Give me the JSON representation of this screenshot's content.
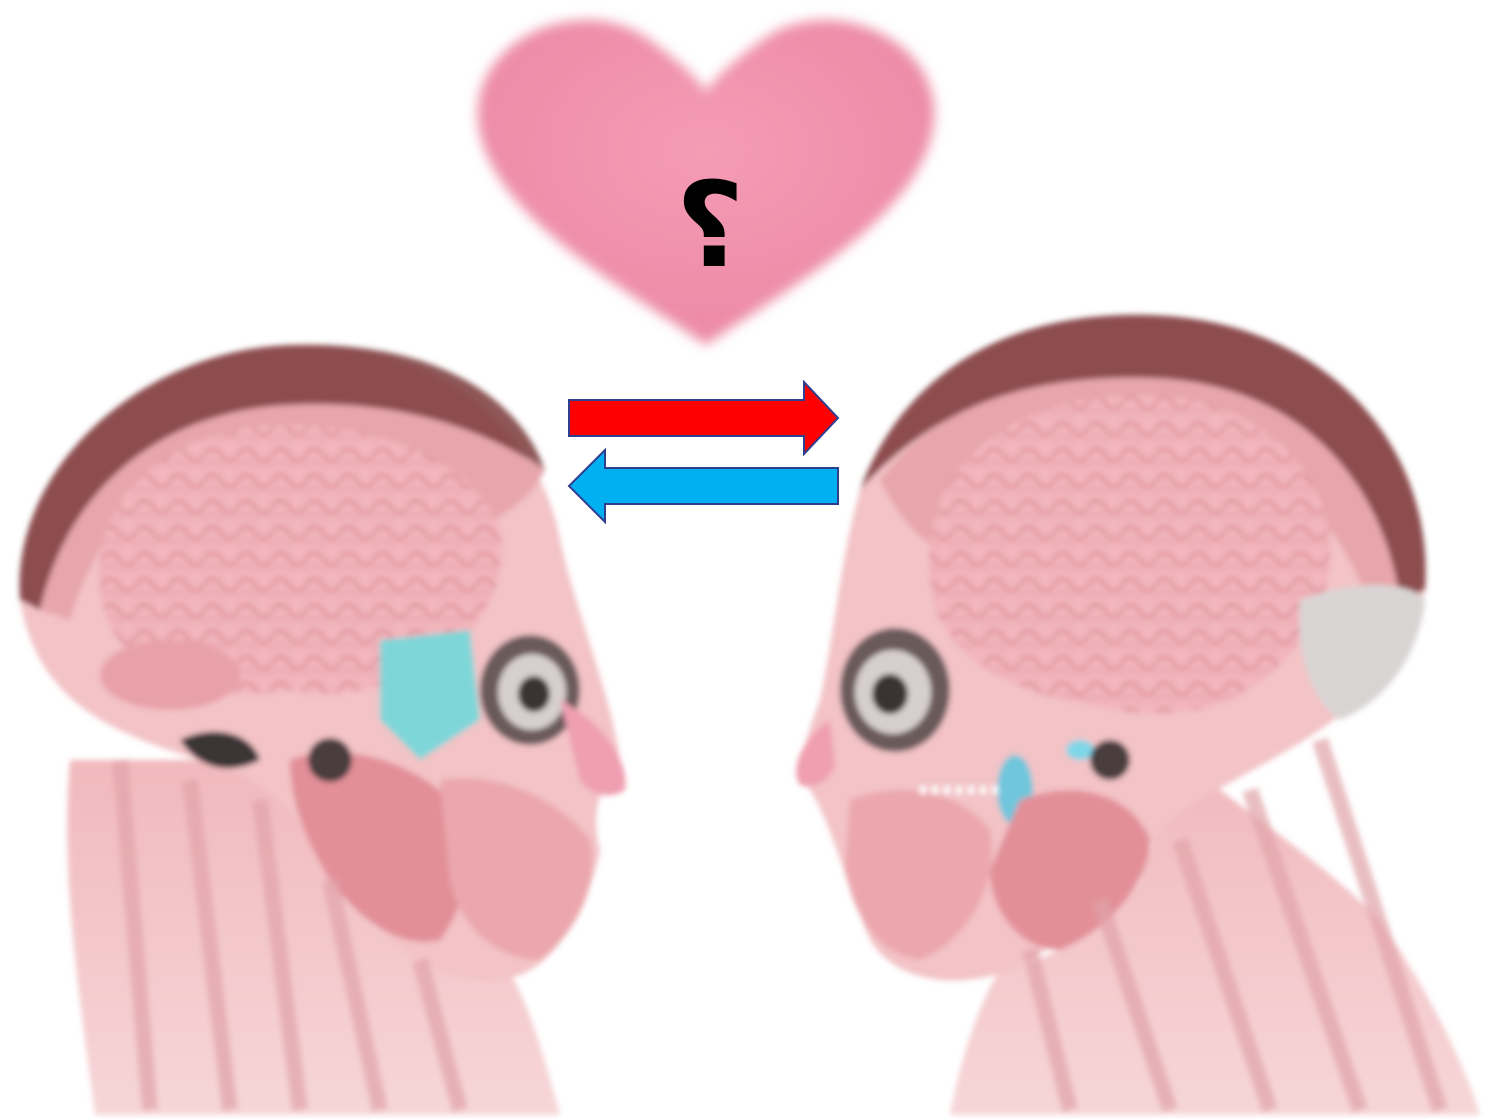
{
  "scene": {
    "background": "#ffffff",
    "heart": {
      "symbol": "؟",
      "fill": "#f08fab",
      "text_color": "#000000"
    },
    "arrows": [
      {
        "direction": "right",
        "fill": "#ff0000",
        "stroke": "#2f3f8f"
      },
      {
        "direction": "left",
        "fill": "#00b0f0",
        "stroke": "#2f3f8f"
      }
    ],
    "heads": [
      {
        "facing": "right",
        "illustration": "anatomical-head-brain-muscles"
      },
      {
        "facing": "left",
        "illustration": "anatomical-head-brain-muscles"
      }
    ],
    "palette": {
      "skin": "#f3c6c6",
      "muscle": "#e9a3a8",
      "brain": "#f2b6bc",
      "hair": "#7a3a3a",
      "cyan": "#7fd6d8"
    }
  }
}
